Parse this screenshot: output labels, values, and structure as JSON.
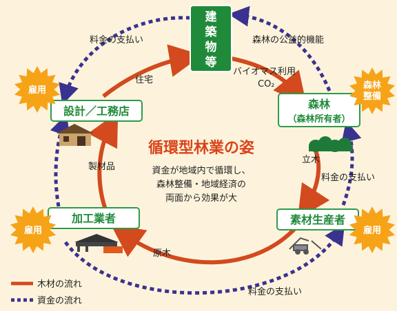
{
  "center": {
    "title": "循環型林業の姿",
    "lines": [
      "資金が地域内で循環し、",
      "森林整備・地域経済の",
      "両面から効果が大"
    ]
  },
  "nodes": {
    "building": {
      "label_chars": [
        "建",
        "築",
        "物",
        "等"
      ]
    },
    "forest": {
      "label": "森林",
      "sublabel": "（森林所有者）"
    },
    "designer": {
      "label": "設計／工務店"
    },
    "processor": {
      "label": "加工業者"
    },
    "producer": {
      "label": "素材生産者"
    }
  },
  "badges": {
    "designer": "雇用",
    "processor": "雇用",
    "producer": "雇用",
    "forest": [
      "森林",
      "整備"
    ]
  },
  "edge_labels": {
    "pay_top_left": "料金の支払い",
    "public_function": "森林の公益的機能",
    "biomass": "バイオマス利用",
    "co2": "CO₂",
    "housing": "住宅",
    "lumber_product": "製材品",
    "standing_timber": "立木",
    "pay_right": "料金の支払い",
    "log": "原木",
    "pay_bottom": "料金の支払い"
  },
  "legend": {
    "wood_flow": "木材の流れ",
    "money_flow": "資金の流れ"
  },
  "colors": {
    "wood_arrow": "#d24a1e",
    "money_arrow": "#3a3290",
    "node_border": "#2e9a4a",
    "node_text": "#1f8a3a",
    "building_fill": "#1f8a3a",
    "badge_fill": "#f6a318",
    "background": "#fdf3dc"
  }
}
